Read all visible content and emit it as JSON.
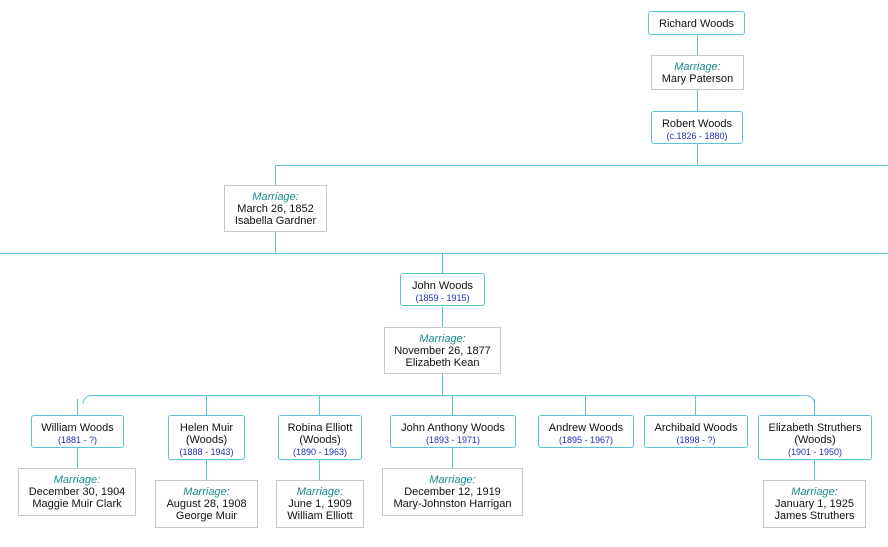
{
  "persons": {
    "richard": {
      "name": "Richard Woods"
    },
    "robert": {
      "name": "Robert Woods",
      "dates": "(c.1826 - 1880)"
    },
    "john": {
      "name": "John Woods",
      "dates": "(1859 - 1915)"
    },
    "william": {
      "name": "William Woods",
      "dates": "(1881 - ?)"
    },
    "helen": {
      "name": "Helen Muir",
      "name2": "(Woods)",
      "dates": "(1888 - 1943)"
    },
    "robina": {
      "name": "Robina Elliott",
      "name2": "(Woods)",
      "dates": "(1890 - 1963)"
    },
    "johnanthony": {
      "name": "John Anthony Woods",
      "dates": "(1893 - 1971)"
    },
    "andrew": {
      "name": "Andrew Woods",
      "dates": "(1895 - 1967)"
    },
    "archibald": {
      "name": "Archibald Woods",
      "dates": "(1898 - ?)"
    },
    "elizabeth": {
      "name": "Elizabeth Struthers",
      "name2": "(Woods)",
      "dates": "(1901 - 1950)"
    }
  },
  "marriages": {
    "label": "Marriage:",
    "richard": {
      "spouse": "Mary Paterson"
    },
    "robert": {
      "date": "March 26, 1852",
      "spouse": "Isabella Gardner"
    },
    "john": {
      "date": "November 26, 1877",
      "spouse": "Elizabeth Kean"
    },
    "william": {
      "date": "December 30, 1904",
      "spouse": "Maggie Muir Clark"
    },
    "helen": {
      "date": "August 28, 1908",
      "spouse": "George Muir"
    },
    "robina": {
      "date": "June 1, 1909",
      "spouse": "William Elliott"
    },
    "johnanthony": {
      "date": "December 12, 1919",
      "spouse": "Mary-Johnston Harrigan"
    },
    "elizabeth": {
      "date": "January 1, 1925",
      "spouse": "James Struthers"
    }
  },
  "colors": {
    "connector": "#5bc3d2",
    "person_border": "#5bc3d2",
    "marriage_border": "#c8c8c8",
    "marriage_label": "#1b8a8c",
    "dates_text": "#1f2fb5"
  }
}
